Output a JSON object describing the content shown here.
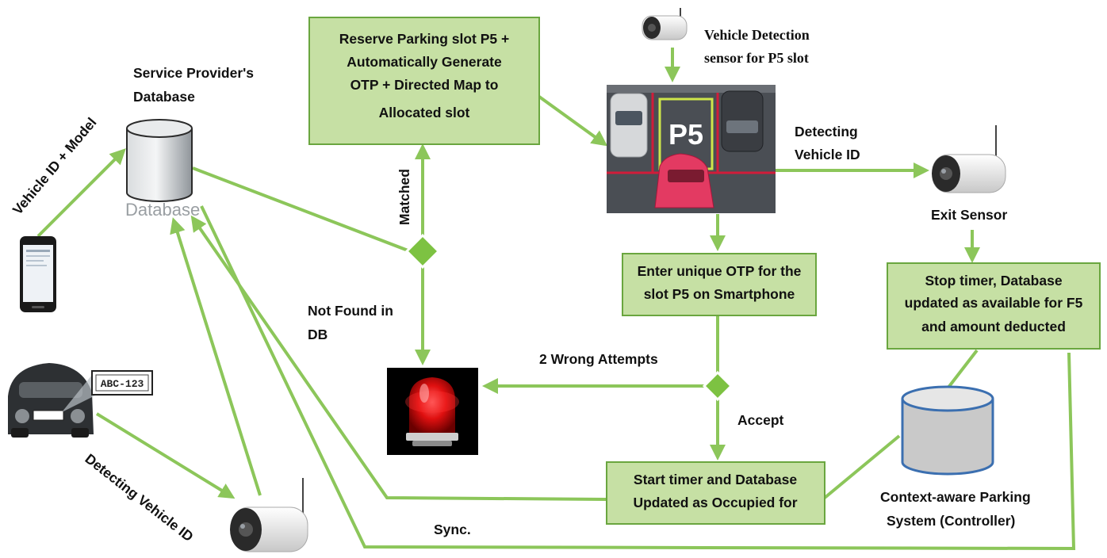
{
  "nodes": {
    "reserve": [
      "Reserve Parking slot P5 +",
      "Automatically Generate",
      "OTP + Directed Map to",
      "Allocated slot"
    ],
    "enter_otp": [
      "Enter unique OTP for the",
      "slot P5 on Smartphone"
    ],
    "stop_timer": [
      "Stop timer, Database",
      "updated as available for F5",
      "and amount deducted"
    ],
    "start_timer": [
      "Start timer and Database",
      "Updated as Occupied for"
    ]
  },
  "labels": {
    "service_provider": [
      "Service Provider's",
      "Database"
    ],
    "database_caption": "Database",
    "vehicle_id_model": "Vehicle ID + Model",
    "matched": "Matched",
    "not_found": [
      "Not Found in",
      "DB"
    ],
    "detection_sensor": [
      "Vehicle Detection",
      "sensor for P5 slot"
    ],
    "detecting_vehicle_id_top": [
      "Detecting",
      "Vehicle ID"
    ],
    "exit_sensor": "Exit Sensor",
    "wrong_attempts": "2 Wrong Attempts",
    "accept": "Accept",
    "controller": [
      "Context-aware Parking",
      "System (Controller)"
    ],
    "detecting_vehicle_id_bottom": "Detecting Vehicle ID",
    "sync": "Sync.",
    "parking_slot": "P5",
    "license_plate": "ABC-123"
  },
  "colors": {
    "box_fill": "#c6e0a4",
    "box_border": "#6aa63f",
    "arrow": "#8cc65a",
    "diamond": "#7dc242"
  }
}
